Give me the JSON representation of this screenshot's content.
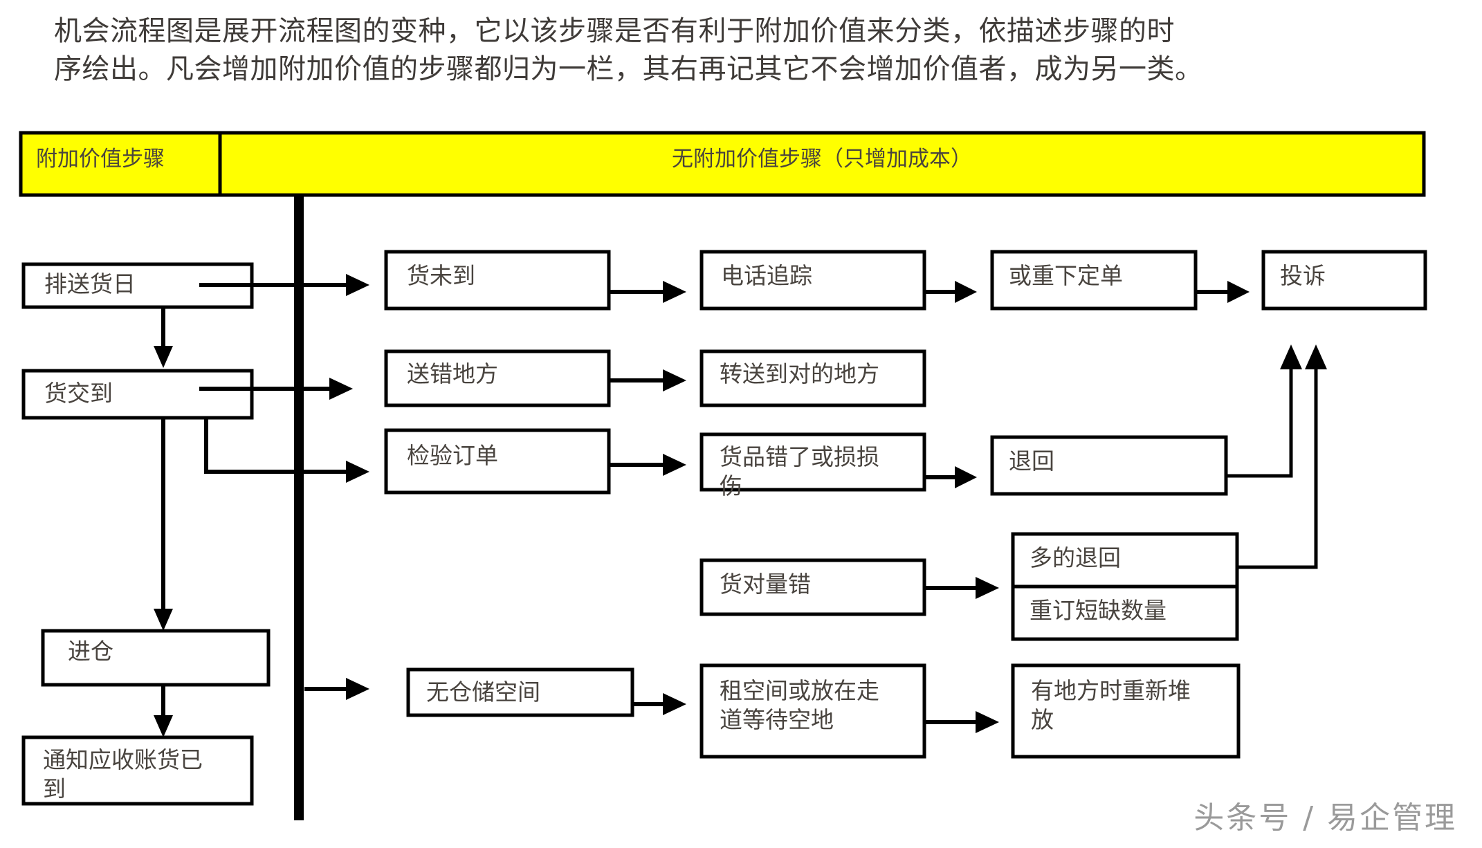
{
  "intro": {
    "line1": "机会流程图是展开流程图的变种，它以该步骤是否有利于附加价值来分类，依描述步骤的时",
    "line2": "序绘出。凡会增加附加价值的步骤都归为一栏，其右再记其它不会增加价值者，成为另一类。"
  },
  "header": {
    "left": "附加价值步骤",
    "right": "无附加价值步骤（只增加成本）",
    "fill_color": "#ffff00"
  },
  "value_added_column": {
    "boxes": [
      {
        "id": "schedule",
        "label": "排送货日"
      },
      {
        "id": "delivered",
        "label": "货交到"
      },
      {
        "id": "warehouse",
        "label": "进仓"
      },
      {
        "id": "notify",
        "label_line1": "通知应收账货已",
        "label_line2": "到"
      }
    ]
  },
  "non_value_added_column": {
    "rows": [
      {
        "id": "row-not-arrived",
        "boxes": [
          {
            "id": "not-arrived",
            "label": "货未到"
          },
          {
            "id": "phone-chase",
            "label": "电话追踪"
          },
          {
            "id": "reorder",
            "label": "或重下定单"
          },
          {
            "id": "complain",
            "label": "投诉"
          }
        ]
      },
      {
        "id": "row-wrong-place",
        "boxes": [
          {
            "id": "wrong-place",
            "label": "送错地方"
          },
          {
            "id": "forward-correct",
            "label": "转送到对的地方"
          }
        ]
      },
      {
        "id": "row-inspect",
        "boxes": [
          {
            "id": "inspect-order",
            "label": "检验订单"
          },
          {
            "id": "wrong-damaged",
            "label_line1": "货品错了或损损",
            "label_line2": "伤"
          },
          {
            "id": "return-goods",
            "label": "退回"
          }
        ]
      },
      {
        "id": "row-quantity",
        "boxes": [
          {
            "id": "qty-mismatch",
            "label": "货对量错"
          },
          {
            "id": "return-excess",
            "label": "多的退回"
          },
          {
            "id": "reorder-short",
            "label": "重订短缺数量"
          }
        ]
      },
      {
        "id": "row-no-space",
        "boxes": [
          {
            "id": "no-storage",
            "label": "无仓储空间"
          },
          {
            "id": "rent-space",
            "label_line1": "租空间或放在走",
            "label_line2": "道等待空地"
          },
          {
            "id": "restack",
            "label_line1": "有地方时重新堆",
            "label_line2": "放"
          }
        ]
      }
    ]
  },
  "watermark": {
    "text": "头条号 / 易企管理"
  }
}
